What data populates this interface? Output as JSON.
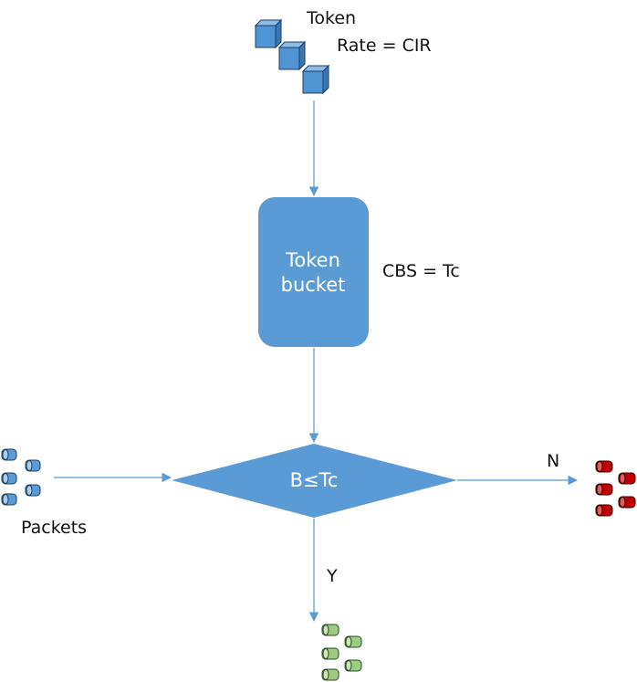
{
  "labels": {
    "token": "Token",
    "rate": "Rate = CIR",
    "bucket_line1": "Token",
    "bucket_line2": "bucket",
    "cbs": "CBS = Tc",
    "decision": "B≤Tc",
    "no": "N",
    "yes": "Y",
    "packets": "Packets"
  },
  "icons": {
    "token": "cube-icon",
    "packet_incoming": "packet-cylinder-icon",
    "packet_conform": "packet-cylinder-icon",
    "packet_exceed": "packet-cylinder-icon"
  },
  "colors": {
    "shape_fill": "#5b9bd5",
    "arrow": "#5b9bd5",
    "cube_front": "#4f94d4",
    "cube_top": "#8dbde8",
    "cube_side": "#3a76b0",
    "cube_stroke": "#1f3f60",
    "packet_blue": "#5b9bd5",
    "packet_green": "#9ccc82",
    "packet_red": "#c00000"
  }
}
